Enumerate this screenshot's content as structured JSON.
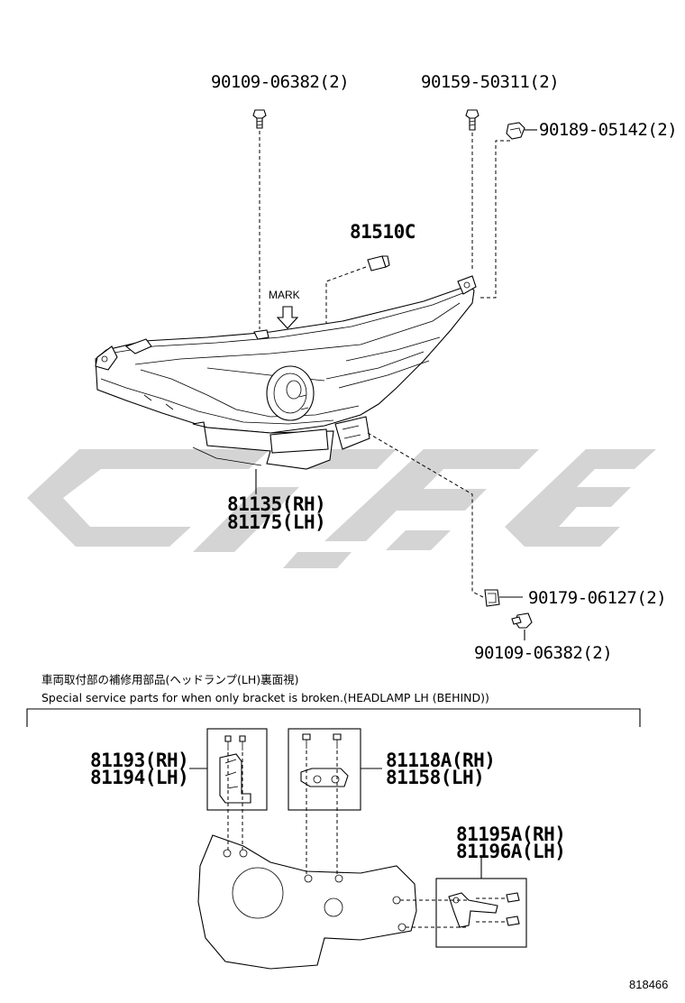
{
  "labels": {
    "bolt_top_left": "90109-06382(2)",
    "screw_top_right": "90159-50311(2)",
    "nut_top_right": "90189-05142(2)",
    "bulb": "81510C",
    "mark": "MARK",
    "headlamp_rh": "81135(RH)",
    "headlamp_lh": "81175(LH)",
    "clip_bottom": "90179-06127(2)",
    "bolt_bottom": "90109-06382(2)",
    "note_jp": "車両取付部の補修用部品(ヘッドランプ(LH)裏面視)",
    "note_en": "Special service parts for when only bracket is broken.(HEADLAMP LH (BEHIND))",
    "bracket_a_rh": "81193(RH)",
    "bracket_a_lh": "81194(LH)",
    "bracket_b_rh": "81118A(RH)",
    "bracket_b_lh": "81158(LH)",
    "bracket_c_rh": "81195A(RH)",
    "bracket_c_lh": "81196A(LH)",
    "diagram_ref": "818466"
  },
  "colors": {
    "line": "#000000",
    "watermark": "#d4d4d4"
  }
}
